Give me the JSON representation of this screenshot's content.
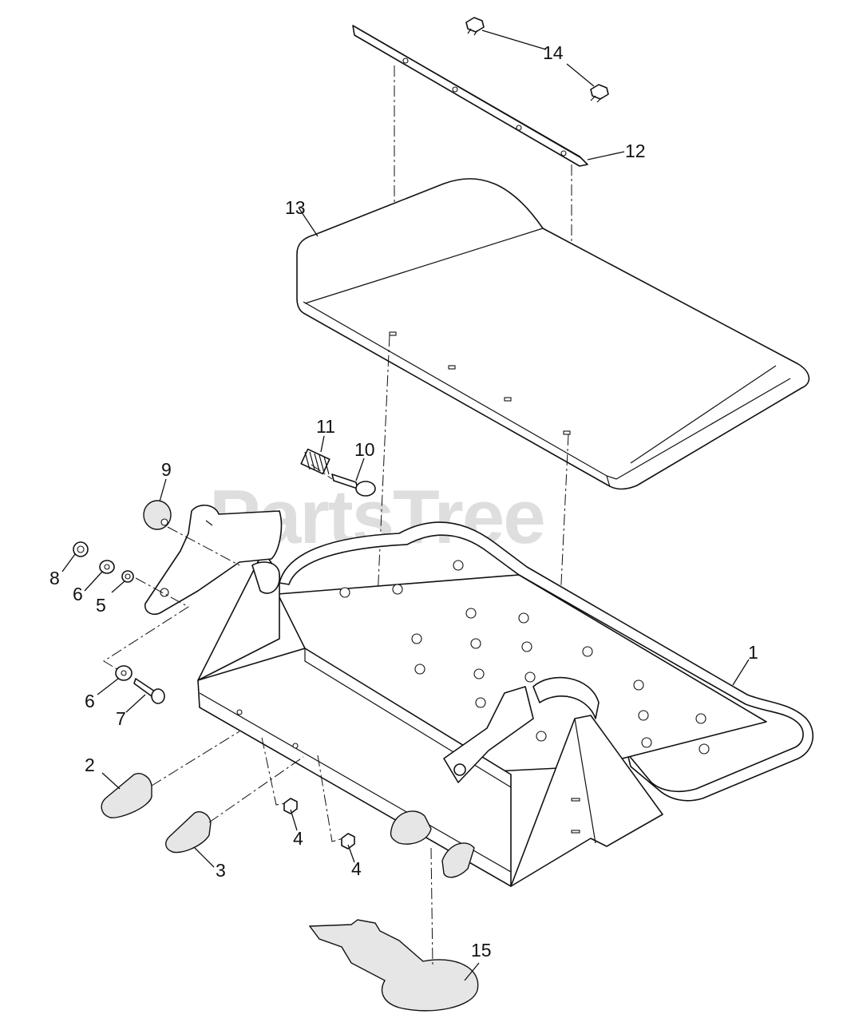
{
  "watermark": "PartsTree",
  "callouts": [
    {
      "id": "c1",
      "label": "1"
    },
    {
      "id": "c2",
      "label": "2"
    },
    {
      "id": "c3",
      "label": "3"
    },
    {
      "id": "c4a",
      "label": "4"
    },
    {
      "id": "c4b",
      "label": "4"
    },
    {
      "id": "c5",
      "label": "5"
    },
    {
      "id": "c6a",
      "label": "6"
    },
    {
      "id": "c6b",
      "label": "6"
    },
    {
      "id": "c7",
      "label": "7"
    },
    {
      "id": "c8",
      "label": "8"
    },
    {
      "id": "c9",
      "label": "9"
    },
    {
      "id": "c10",
      "label": "10"
    },
    {
      "id": "c11",
      "label": "11"
    },
    {
      "id": "c12",
      "label": "12"
    },
    {
      "id": "c13",
      "label": "13"
    },
    {
      "id": "c14",
      "label": "14"
    },
    {
      "id": "c15",
      "label": "15"
    }
  ]
}
